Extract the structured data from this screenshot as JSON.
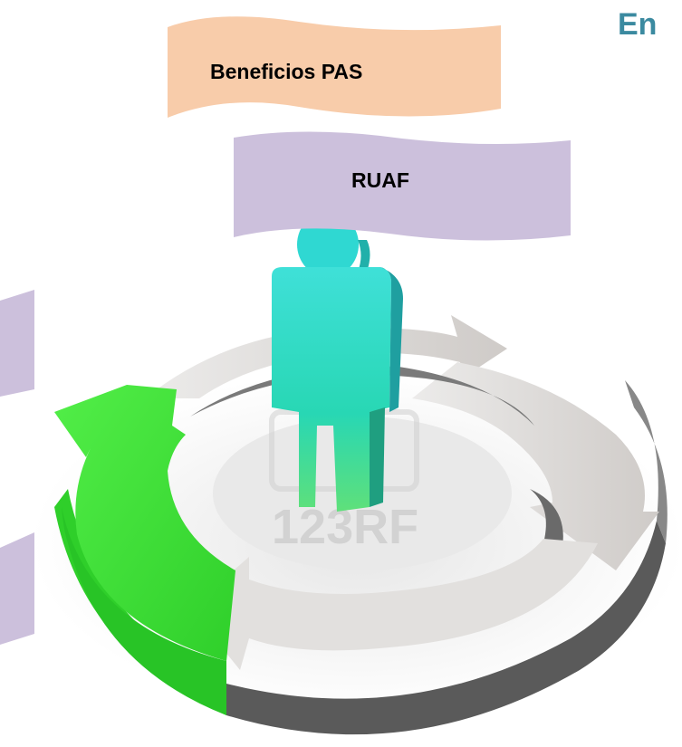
{
  "header": {
    "title": "En"
  },
  "banners": [
    {
      "label": "Beneficios PAS",
      "color": "#f8ccaa"
    },
    {
      "label": "RUAF",
      "color": "#ccc0dc"
    }
  ],
  "side_tabs": {
    "color": "#ccc0dc"
  },
  "figure": {
    "person_color": "#27d7cc",
    "arrow_active_color": "#3fe433",
    "arrow_color": "#dcdad8"
  }
}
